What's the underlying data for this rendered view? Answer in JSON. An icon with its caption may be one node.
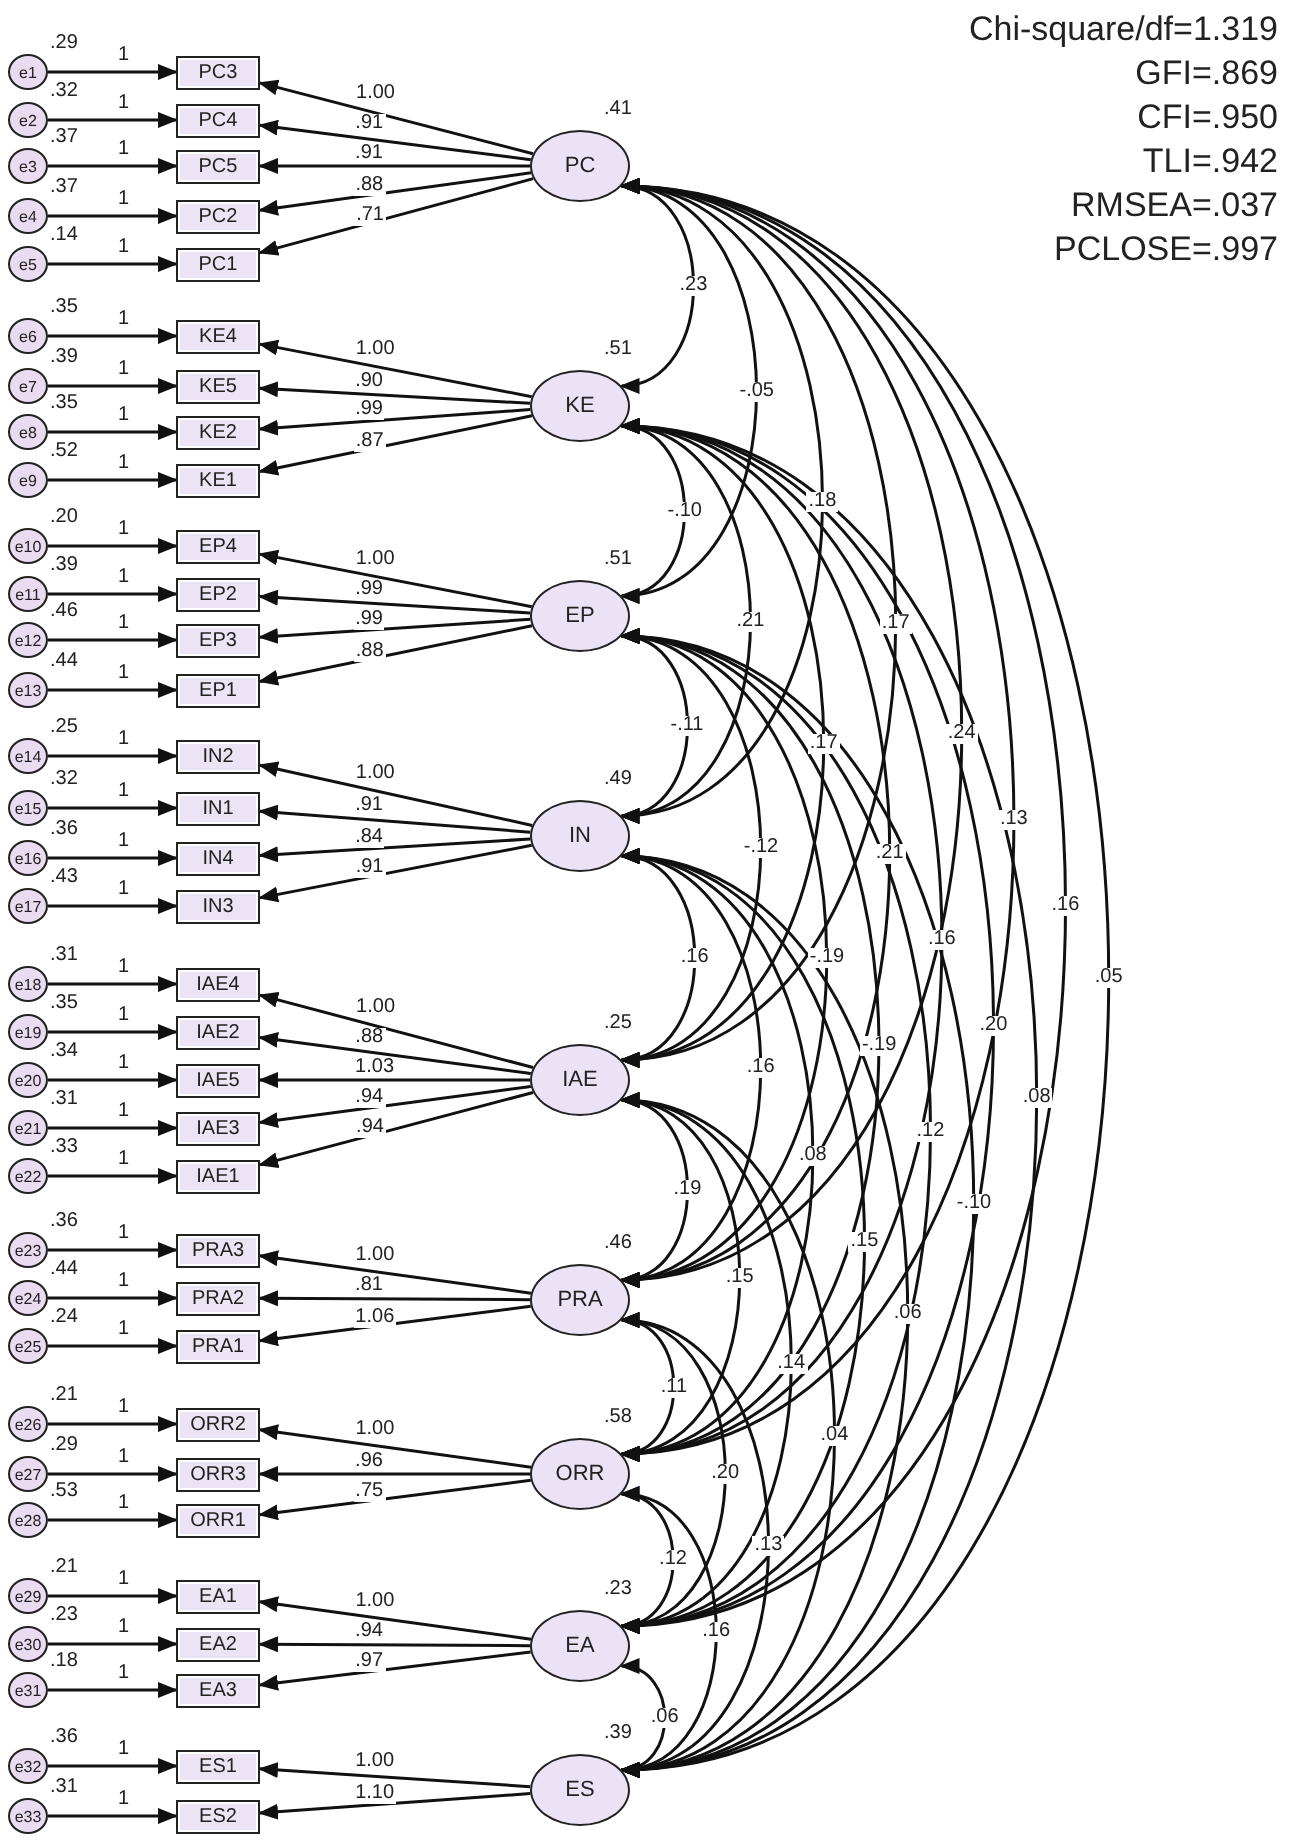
{
  "diagram": {
    "nodes": [
      {
        "text": [
          "e1"
        ],
        "beside": [
          ".29"
        ]
      },
      {
        "text": [
          "e2"
        ],
        "beside": [
          ".32"
        ]
      },
      {
        "text": [
          "e3"
        ],
        "beside": [
          ".37"
        ]
      },
      {
        "text": [
          "e4"
        ],
        "beside": [
          ".37"
        ]
      },
      {
        "text": [
          "e5"
        ],
        "beside": [
          ".14"
        ]
      },
      {
        "text": [
          "e6"
        ],
        "beside": [
          ".35"
        ]
      },
      {
        "text": [
          "e7"
        ],
        "beside": [
          ".39"
        ]
      },
      {
        "text": [
          "e8"
        ],
        "beside": [
          ".35"
        ]
      },
      {
        "text": [
          "e9"
        ],
        "beside": [
          ".52"
        ]
      },
      {
        "text": [
          "e10"
        ],
        "beside": [
          ".20"
        ]
      },
      {
        "text": [
          "e11"
        ],
        "beside": [
          ".39"
        ]
      },
      {
        "text": [
          "e12"
        ],
        "beside": [
          ".46"
        ]
      },
      {
        "text": [
          "e13"
        ],
        "beside": [
          ".44"
        ]
      },
      {
        "text": [
          "e14"
        ],
        "beside": [
          ".25"
        ]
      },
      {
        "text": [
          "e15"
        ],
        "beside": [
          ".32"
        ]
      },
      {
        "text": [
          "e16"
        ],
        "beside": [
          ".36"
        ]
      },
      {
        "text": [
          "e17"
        ],
        "beside": [
          ".43"
        ]
      },
      {
        "text": [
          "e18"
        ],
        "beside": [
          ".31"
        ]
      },
      {
        "text": [
          "e19"
        ],
        "beside": [
          ".35"
        ]
      },
      {
        "text": [
          "e20"
        ],
        "beside": [
          ".34"
        ]
      },
      {
        "text": [
          "e21"
        ],
        "beside": [
          ".31"
        ]
      },
      {
        "text": [
          "e22"
        ],
        "beside": [
          ".33"
        ]
      },
      {
        "text": [
          "e23"
        ],
        "beside": [
          ".36"
        ]
      },
      {
        "text": [
          "e24"
        ],
        "beside": [
          ".44"
        ]
      },
      {
        "text": [
          "e25"
        ],
        "beside": [
          ".24"
        ]
      },
      {
        "text": [
          "e26"
        ],
        "beside": [
          ".21"
        ]
      },
      {
        "text": [
          "e27"
        ],
        "beside": [
          ".29"
        ]
      },
      {
        "text": [
          "e28"
        ],
        "beside": [
          ".53"
        ]
      },
      {
        "text": [
          "e29"
        ],
        "beside": [
          ".21"
        ]
      },
      {
        "text": [
          "e30"
        ],
        "beside": [
          ".23"
        ]
      },
      {
        "text": [
          "e31"
        ],
        "beside": [
          ".18"
        ]
      },
      {
        "text": [
          "e32"
        ],
        "beside": [
          ".36"
        ]
      },
      {
        "text": [
          "e33"
        ],
        "beside": [
          ".31"
        ]
      },
      {
        "text": [
          "PC3"
        ]
      },
      {
        "text": [
          "PC4"
        ]
      },
      {
        "text": [
          "PC5"
        ]
      },
      {
        "text": [
          "PC2"
        ]
      },
      {
        "text": [
          "PC1"
        ]
      },
      {
        "text": [
          "KE4"
        ]
      },
      {
        "text": [
          "KE5"
        ]
      },
      {
        "text": [
          "KE2"
        ]
      },
      {
        "text": [
          "KE1"
        ]
      },
      {
        "text": [
          "EP4"
        ]
      },
      {
        "text": [
          "EP2"
        ]
      },
      {
        "text": [
          "EP3"
        ]
      },
      {
        "text": [
          "EP1"
        ]
      },
      {
        "text": [
          "IN2"
        ]
      },
      {
        "text": [
          "IN1"
        ]
      },
      {
        "text": [
          "IN4"
        ]
      },
      {
        "text": [
          "IN3"
        ]
      },
      {
        "text": [
          "IAE4"
        ]
      },
      {
        "text": [
          "IAE2"
        ]
      },
      {
        "text": [
          "IAE5"
        ]
      },
      {
        "text": [
          "IAE3"
        ]
      },
      {
        "text": [
          "IAE1"
        ]
      },
      {
        "text": [
          "PRA3"
        ]
      },
      {
        "text": [
          "PRA2"
        ]
      },
      {
        "text": [
          "PRA1"
        ]
      },
      {
        "text": [
          "ORR2"
        ]
      },
      {
        "text": [
          "ORR3"
        ]
      },
      {
        "text": [
          "ORR1"
        ]
      },
      {
        "text": [
          "EA1"
        ]
      },
      {
        "text": [
          "EA2"
        ]
      },
      {
        "text": [
          "EA3"
        ]
      },
      {
        "text": [
          "ES1"
        ]
      },
      {
        "text": [
          "ES2"
        ]
      },
      {
        "text": [
          "PC"
        ],
        "beside": [
          ".41"
        ]
      },
      {
        "text": [
          "KE"
        ],
        "beside": [
          ".51"
        ]
      },
      {
        "text": [
          "EP"
        ],
        "beside": [
          ".51"
        ]
      },
      {
        "text": [
          "IN"
        ],
        "beside": [
          ".49"
        ]
      },
      {
        "text": [
          "IAE"
        ],
        "beside": [
          ".25"
        ]
      },
      {
        "text": [
          "PRA"
        ],
        "beside": [
          ".46"
        ]
      },
      {
        "text": [
          "ORR"
        ],
        "beside": [
          ".58"
        ]
      },
      {
        "text": [
          "EA"
        ],
        "beside": [
          ".23"
        ]
      },
      {
        "text": [
          "ES"
        ],
        "beside": [
          ".39"
        ]
      }
    ],
    "edges": [
      {
        "from": 0,
        "to": 33,
        "arrow": "to",
        "label": "1"
      },
      {
        "from": 1,
        "to": 34,
        "arrow": "to",
        "label": "1"
      },
      {
        "from": 2,
        "to": 35,
        "arrow": "to",
        "label": "1"
      },
      {
        "from": 3,
        "to": 36,
        "arrow": "to",
        "label": "1"
      },
      {
        "from": 4,
        "to": 37,
        "arrow": "to",
        "label": "1"
      },
      {
        "from": 5,
        "to": 38,
        "arrow": "to",
        "label": "1"
      },
      {
        "from": 6,
        "to": 39,
        "arrow": "to",
        "label": "1"
      },
      {
        "from": 7,
        "to": 40,
        "arrow": "to",
        "label": "1"
      },
      {
        "from": 8,
        "to": 41,
        "arrow": "to",
        "label": "1"
      },
      {
        "from": 9,
        "to": 42,
        "arrow": "to",
        "label": "1"
      },
      {
        "from": 10,
        "to": 43,
        "arrow": "to",
        "label": "1"
      },
      {
        "from": 11,
        "to": 44,
        "arrow": "to",
        "label": "1"
      },
      {
        "from": 12,
        "to": 45,
        "arrow": "to",
        "label": "1"
      },
      {
        "from": 13,
        "to": 46,
        "arrow": "to",
        "label": "1"
      },
      {
        "from": 14,
        "to": 47,
        "arrow": "to",
        "label": "1"
      },
      {
        "from": 15,
        "to": 48,
        "arrow": "to",
        "label": "1"
      },
      {
        "from": 16,
        "to": 49,
        "arrow": "to",
        "label": "1"
      },
      {
        "from": 17,
        "to": 50,
        "arrow": "to",
        "label": "1"
      },
      {
        "from": 18,
        "to": 51,
        "arrow": "to",
        "label": "1"
      },
      {
        "from": 19,
        "to": 52,
        "arrow": "to",
        "label": "1"
      },
      {
        "from": 20,
        "to": 53,
        "arrow": "to",
        "label": "1"
      },
      {
        "from": 21,
        "to": 54,
        "arrow": "to",
        "label": "1"
      },
      {
        "from": 22,
        "to": 55,
        "arrow": "to",
        "label": "1"
      },
      {
        "from": 23,
        "to": 56,
        "arrow": "to",
        "label": "1"
      },
      {
        "from": 24,
        "to": 57,
        "arrow": "to",
        "label": "1"
      },
      {
        "from": 25,
        "to": 58,
        "arrow": "to",
        "label": "1"
      },
      {
        "from": 26,
        "to": 59,
        "arrow": "to",
        "label": "1"
      },
      {
        "from": 27,
        "to": 60,
        "arrow": "to",
        "label": "1"
      },
      {
        "from": 28,
        "to": 61,
        "arrow": "to",
        "label": "1"
      },
      {
        "from": 29,
        "to": 62,
        "arrow": "to",
        "label": "1"
      },
      {
        "from": 30,
        "to": 63,
        "arrow": "to",
        "label": "1"
      },
      {
        "from": 31,
        "to": 64,
        "arrow": "to",
        "label": "1"
      },
      {
        "from": 32,
        "to": 65,
        "arrow": "to",
        "label": "1"
      },
      {
        "from": 66,
        "to": 33,
        "arrow": "to",
        "label": "1.00"
      },
      {
        "from": 66,
        "to": 34,
        "arrow": "to",
        "label": ".91"
      },
      {
        "from": 66,
        "to": 35,
        "arrow": "to",
        "label": ".91"
      },
      {
        "from": 66,
        "to": 36,
        "arrow": "to",
        "label": ".88"
      },
      {
        "from": 66,
        "to": 37,
        "arrow": "to",
        "label": ".71"
      },
      {
        "from": 67,
        "to": 38,
        "arrow": "to",
        "label": "1.00"
      },
      {
        "from": 67,
        "to": 39,
        "arrow": "to",
        "label": ".90"
      },
      {
        "from": 67,
        "to": 40,
        "arrow": "to",
        "label": ".99"
      },
      {
        "from": 67,
        "to": 41,
        "arrow": "to",
        "label": ".87"
      },
      {
        "from": 68,
        "to": 42,
        "arrow": "to",
        "label": "1.00"
      },
      {
        "from": 68,
        "to": 43,
        "arrow": "to",
        "label": ".99"
      },
      {
        "from": 68,
        "to": 44,
        "arrow": "to",
        "label": ".99"
      },
      {
        "from": 68,
        "to": 45,
        "arrow": "to",
        "label": ".88"
      },
      {
        "from": 69,
        "to": 46,
        "arrow": "to",
        "label": "1.00"
      },
      {
        "from": 69,
        "to": 47,
        "arrow": "to",
        "label": ".91"
      },
      {
        "from": 69,
        "to": 48,
        "arrow": "to",
        "label": ".84"
      },
      {
        "from": 69,
        "to": 49,
        "arrow": "to",
        "label": ".91"
      },
      {
        "from": 70,
        "to": 50,
        "arrow": "to",
        "label": "1.00"
      },
      {
        "from": 70,
        "to": 51,
        "arrow": "to",
        "label": ".88"
      },
      {
        "from": 70,
        "to": 52,
        "arrow": "to",
        "label": "1.03"
      },
      {
        "from": 70,
        "to": 53,
        "arrow": "to",
        "label": ".94"
      },
      {
        "from": 70,
        "to": 54,
        "arrow": "to",
        "label": ".94"
      },
      {
        "from": 71,
        "to": 55,
        "arrow": "to",
        "label": "1.00"
      },
      {
        "from": 71,
        "to": 56,
        "arrow": "to",
        "label": ".81"
      },
      {
        "from": 71,
        "to": 57,
        "arrow": "to",
        "label": "1.06"
      },
      {
        "from": 72,
        "to": 58,
        "arrow": "to",
        "label": "1.00"
      },
      {
        "from": 72,
        "to": 59,
        "arrow": "to",
        "label": ".96"
      },
      {
        "from": 72,
        "to": 60,
        "arrow": "to",
        "label": ".75"
      },
      {
        "from": 73,
        "to": 61,
        "arrow": "to",
        "label": "1.00"
      },
      {
        "from": 73,
        "to": 62,
        "arrow": "to",
        "label": ".94"
      },
      {
        "from": 73,
        "to": 63,
        "arrow": "to",
        "label": ".97"
      },
      {
        "from": 74,
        "to": 64,
        "arrow": "to",
        "label": "1.00"
      },
      {
        "from": 74,
        "to": 65,
        "arrow": "to",
        "label": "1.10"
      },
      {
        "from": 66,
        "to": 67,
        "arrow": "both",
        "label": ".23"
      },
      {
        "from": 66,
        "to": 68,
        "arrow": "both",
        "label": "-.05"
      },
      {
        "from": 66,
        "to": 69,
        "arrow": "both",
        "label": ".18"
      },
      {
        "from": 66,
        "to": 70,
        "arrow": "both",
        "label": ".17"
      },
      {
        "from": 66,
        "to": 71,
        "arrow": "both",
        "label": ".24"
      },
      {
        "from": 66,
        "to": 72,
        "arrow": "both",
        "label": ".13"
      },
      {
        "from": 66,
        "to": 73,
        "arrow": "both",
        "label": ".16"
      },
      {
        "from": 66,
        "to": 74,
        "arrow": "both",
        "label": ".05"
      },
      {
        "from": 67,
        "to": 68,
        "arrow": "both",
        "label": "-.10"
      },
      {
        "from": 67,
        "to": 69,
        "arrow": "both",
        "label": ".21"
      },
      {
        "from": 67,
        "to": 70,
        "arrow": "both",
        "label": ".17"
      },
      {
        "from": 67,
        "to": 71,
        "arrow": "both",
        "label": ".21"
      },
      {
        "from": 67,
        "to": 72,
        "arrow": "both",
        "label": ".16"
      },
      {
        "from": 67,
        "to": 73,
        "arrow": "both",
        "label": ".20"
      },
      {
        "from": 67,
        "to": 74,
        "arrow": "both",
        "label": ".08"
      },
      {
        "from": 68,
        "to": 69,
        "arrow": "both",
        "label": "-.11"
      },
      {
        "from": 68,
        "to": 70,
        "arrow": "both",
        "label": "-.12"
      },
      {
        "from": 68,
        "to": 71,
        "arrow": "both",
        "label": "-.19"
      },
      {
        "from": 68,
        "to": 72,
        "arrow": "both",
        "label": "-.19"
      },
      {
        "from": 68,
        "to": 73,
        "arrow": "both",
        "label": ".12"
      },
      {
        "from": 68,
        "to": 74,
        "arrow": "both",
        "label": "-.10"
      },
      {
        "from": 69,
        "to": 70,
        "arrow": "both",
        "label": ".16"
      },
      {
        "from": 69,
        "to": 71,
        "arrow": "both",
        "label": ".16"
      },
      {
        "from": 69,
        "to": 72,
        "arrow": "both",
        "label": ".08"
      },
      {
        "from": 69,
        "to": 73,
        "arrow": "both",
        "label": ".15"
      },
      {
        "from": 69,
        "to": 74,
        "arrow": "both",
        "label": ".06"
      },
      {
        "from": 70,
        "to": 71,
        "arrow": "both",
        "label": ".19"
      },
      {
        "from": 70,
        "to": 72,
        "arrow": "both",
        "label": ".15"
      },
      {
        "from": 70,
        "to": 73,
        "arrow": "both",
        "label": ".14"
      },
      {
        "from": 70,
        "to": 74,
        "arrow": "both",
        "label": ".04"
      },
      {
        "from": 71,
        "to": 72,
        "arrow": "both",
        "label": ".11"
      },
      {
        "from": 71,
        "to": 73,
        "arrow": "both",
        "label": ".20"
      },
      {
        "from": 71,
        "to": 74,
        "arrow": "both",
        "label": ".13"
      },
      {
        "from": 72,
        "to": 73,
        "arrow": "both",
        "label": ".12"
      },
      {
        "from": 72,
        "to": 74,
        "arrow": "both",
        "label": ".16"
      },
      {
        "from": 73,
        "to": 74,
        "arrow": "both",
        "label": ".06"
      }
    ],
    "labels": [
      "Chi-square/df=1.319",
      "GFI=.869",
      "CFI=.950",
      "TLI=.942",
      "RMSEA=.037",
      "PCLOSE=.997"
    ]
  }
}
